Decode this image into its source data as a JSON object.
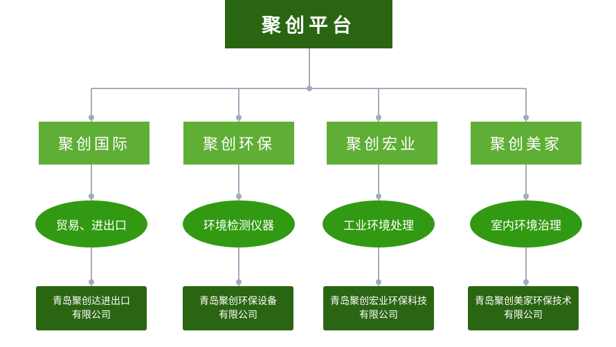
{
  "diagram": {
    "root": "聚创平台",
    "branches": [
      {
        "company": "聚创国际",
        "service": "贸易、进出口",
        "entity_line1": "青岛聚创达进出口",
        "entity_line2": "有限公司"
      },
      {
        "company": "聚创环保",
        "service": "环境检测仪器",
        "entity_line1": "青岛聚创环保设备",
        "entity_line2": "有限公司"
      },
      {
        "company": "聚创宏业",
        "service": "工业环境处理",
        "entity_line1": "青岛聚创宏业环保科技",
        "entity_line2": "有限公司"
      },
      {
        "company": "聚创美家",
        "service": "室内环境治理",
        "entity_line1": "青岛聚创美家环保技术",
        "entity_line2": "有限公司"
      }
    ],
    "colors": {
      "dark_green": "#2a6612",
      "mid_green": "#329a12",
      "light_green": "#5fae35",
      "connector": "#a3aabb"
    }
  }
}
